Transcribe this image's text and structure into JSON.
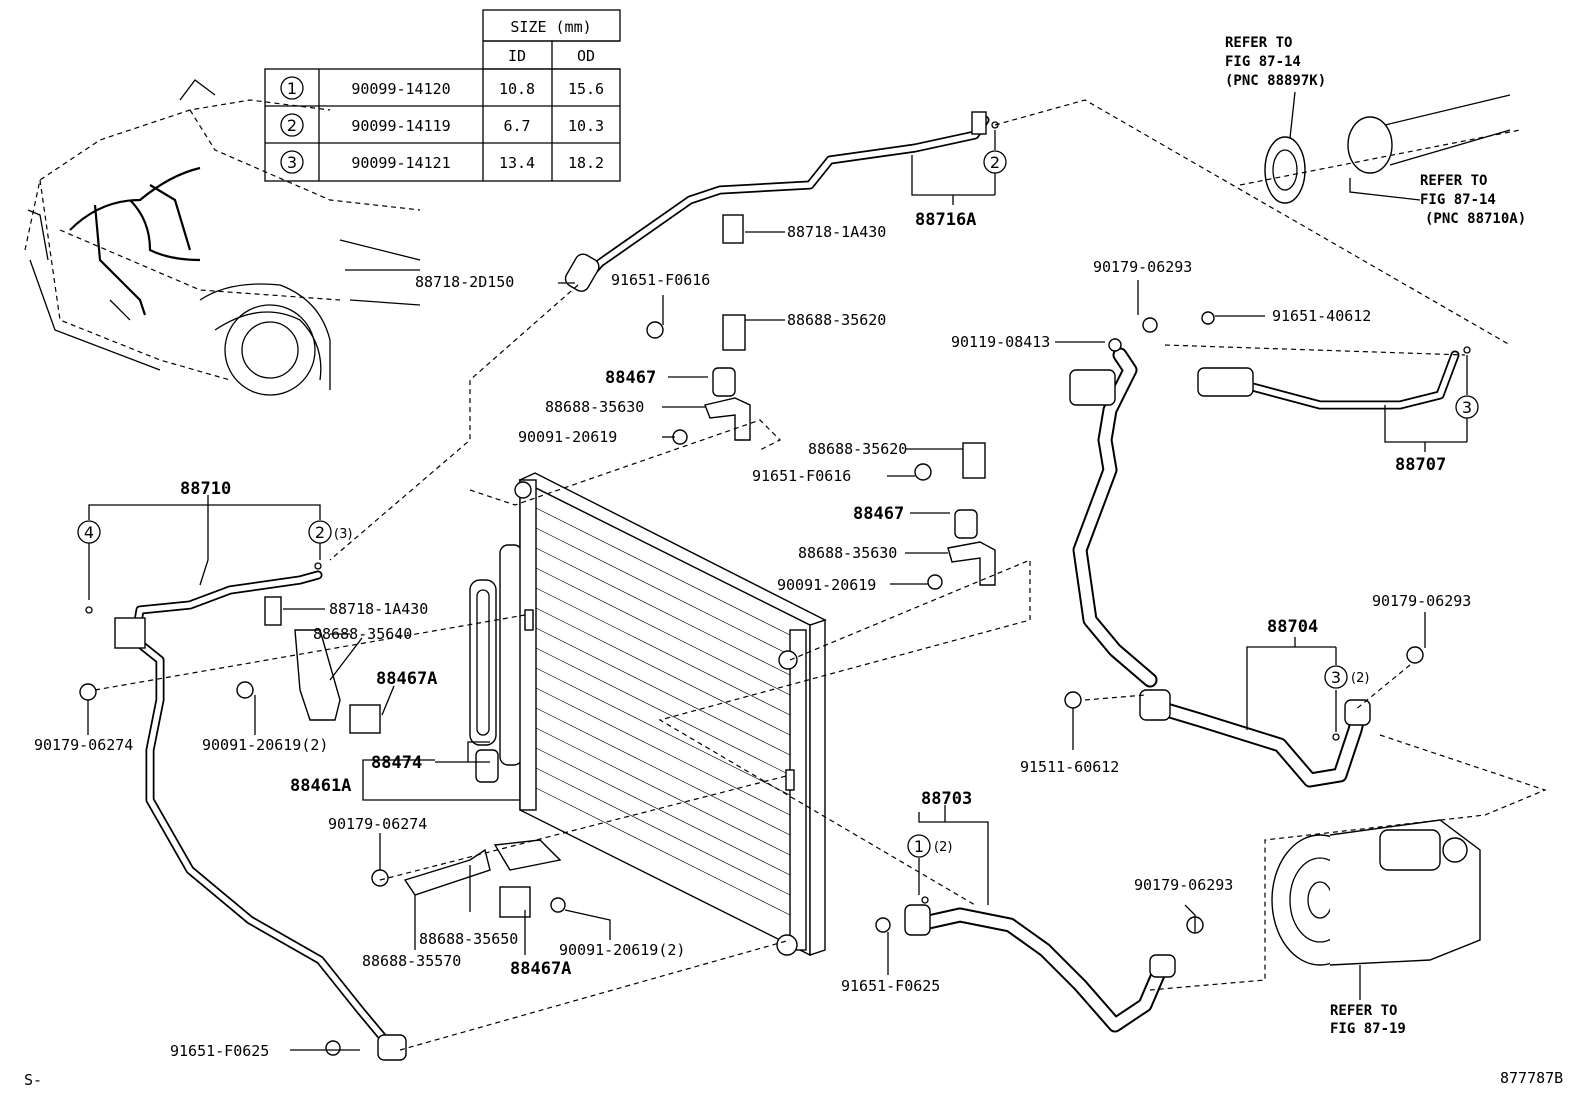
{
  "size_table": {
    "header_size": "SIZE (mm)",
    "header_id": "ID",
    "header_od": "OD",
    "rows": [
      {
        "mark": "1",
        "part": "90099-14120",
        "id": "10.8",
        "od": "15.6"
      },
      {
        "mark": "2",
        "part": "90099-14119",
        "id": "6.7",
        "od": "10.3"
      },
      {
        "mark": "3",
        "part": "90099-14121",
        "id": "13.4",
        "od": "18.2"
      }
    ]
  },
  "references": {
    "ref_top_left": [
      "REFER TO",
      "FIG 87-14",
      "(PNC 88897K)"
    ],
    "ref_top_right": [
      "REFER TO",
      "FIG 87-14",
      "(PNC 88710A)"
    ],
    "ref_compressor": [
      "REFER TO",
      "FIG 87-19"
    ]
  },
  "labels": {
    "p88716A": "88716A",
    "p88718_1A430_top": "88718-1A430",
    "p88718_2D150": "88718-2D150",
    "p91651_F0616_top": "91651-F0616",
    "p88688_35620_top": "88688-35620",
    "p88467_top": "88467",
    "p88688_35630_top": "88688-35630",
    "p90091_20619_top": "90091-20619",
    "p88688_35620_mid": "88688-35620",
    "p91651_F0616_mid": "91651-F0616",
    "p88467_mid": "88467",
    "p88688_35630_mid": "88688-35630",
    "p90091_20619_mid": "90091-20619",
    "p88710": "88710",
    "p88718_1A430_left": "88718-1A430",
    "p88688_35640": "88688-35640",
    "p88467A_top": "88467A",
    "p90091_20619_2_left": "90091-20619(2)",
    "p88474": "88474",
    "p88461A": "88461A",
    "p90179_06274_left": "90179-06274",
    "p90179_06274_mid": "90179-06274",
    "p88688_35650": "88688-35650",
    "p88688_35570": "88688-35570",
    "p88467A_bottom": "88467A",
    "p90091_20619_2_bottom": "90091-20619(2)",
    "p91651_F0625_left": "91651-F0625",
    "p91651_F0625_mid": "91651-F0625",
    "p88703": "88703",
    "p90179_06293_top": "90179-06293",
    "p90119_08413": "90119-08413",
    "p91651_40612": "91651-40612",
    "p88707": "88707",
    "p88704": "88704",
    "p90179_06293_right": "90179-06293",
    "p91511_60612": "91511-60612",
    "p90179_06293_bottom": "90179-06293",
    "p_s": "S-",
    "p_fig_code": "877787B"
  },
  "circle_marks": {
    "c2_88716A": "2",
    "c3_88707": "3",
    "c4_88710": "4",
    "c2_88710": "2",
    "c2_88710_qty": "(3)",
    "c3_88704": "3",
    "c3_88704_qty": "(2)",
    "c1_88703": "1",
    "c1_88703_qty": "(2)"
  }
}
